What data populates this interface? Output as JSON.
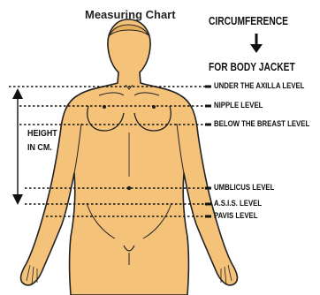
{
  "title": "Measuring Chart",
  "header": {
    "circumference": "CIRCUMFERENCE",
    "arrow_icon": "down-arrow-icon",
    "for_body_jacket": "FOR BODY JACKET"
  },
  "height_label": {
    "line1": "HEIGHT",
    "line2": "IN CM."
  },
  "levels": [
    {
      "label": "UNDER THE AXILLA LEVEL"
    },
    {
      "label": "NIPPLE LEVEL"
    },
    {
      "label": "BELOW THE BREAST LEVEL"
    },
    {
      "label": "UMBLICUS LEVEL"
    },
    {
      "label": "A.S.I.S. LEVEL"
    },
    {
      "label": "PAVIS LEVEL"
    }
  ],
  "colors": {
    "skin": "#F5C27A",
    "outline": "#222222",
    "lines": "#111111"
  }
}
